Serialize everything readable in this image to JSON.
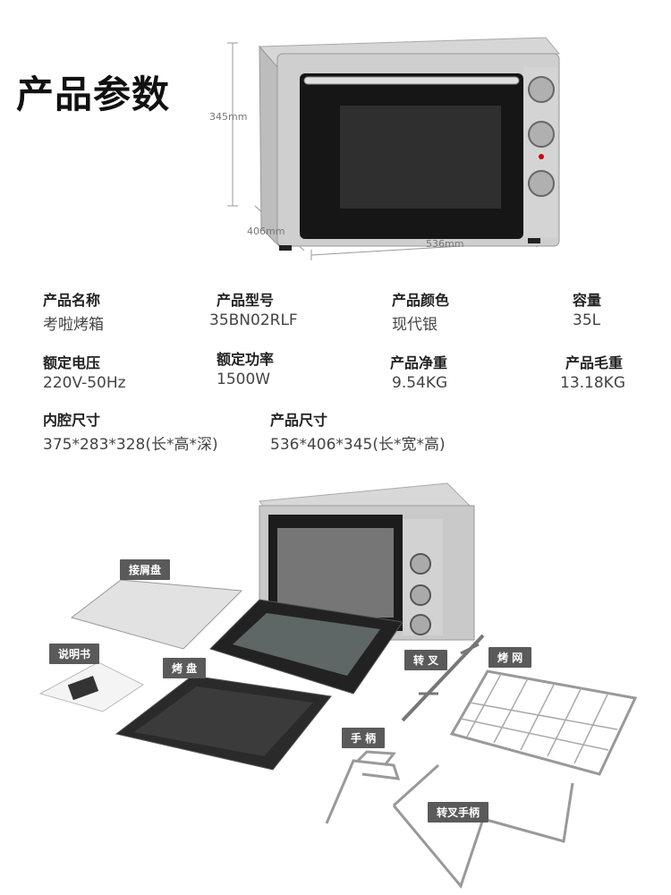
{
  "title": "产品参数",
  "dimensions": {
    "height": "345mm",
    "depth": "406mm",
    "width": "536mm"
  },
  "specs": [
    {
      "label": "产品名称",
      "value": "考啦烤箱"
    },
    {
      "label": "产品型号",
      "value": "35BN02RLF"
    },
    {
      "label": "产品颜色",
      "value": "现代银"
    },
    {
      "label": "容量",
      "value": "35L"
    },
    {
      "label": "额定电压",
      "value": "220V-50Hz"
    },
    {
      "label": "额定功率",
      "value": "1500W"
    },
    {
      "label": "产品净重",
      "value": "9.54KG"
    },
    {
      "label": "产品毛重",
      "value": "13.18KG"
    },
    {
      "label": "内腔尺寸",
      "value": "375*283*328(长*高*深)"
    },
    {
      "label": "产品尺寸",
      "value": "536*406*345(长*宽*高)"
    }
  ],
  "accessories": {
    "crumb_tray": "接屑盘",
    "manual": "说明书",
    "baking_tray": "烤 盘",
    "rotisserie_fork": "转 叉",
    "grill_rack": "烤 网",
    "handle": "手 柄",
    "fork_handle": "转叉手柄"
  },
  "colors": {
    "tag_bg": "#5a5a5a",
    "oven_silver": "#c8c8c8",
    "oven_glass": "#1a1a1a"
  }
}
